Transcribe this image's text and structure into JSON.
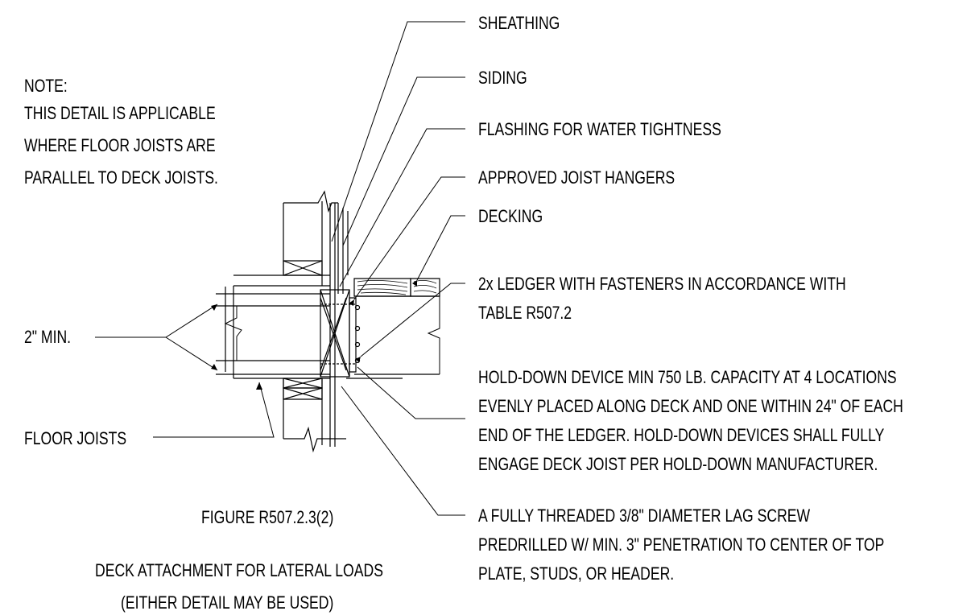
{
  "note": {
    "heading": "NOTE:",
    "lines": [
      "THIS DETAIL IS APPLICABLE",
      "WHERE FLOOR JOISTS ARE",
      "PARALLEL TO DECK JOISTS."
    ]
  },
  "callouts": {
    "sheathing": "SHEATHING",
    "siding": "SIDING",
    "flashing": "FLASHING FOR WATER TIGHTNESS",
    "joist_hangers": "APPROVED JOIST HANGERS",
    "decking": "DECKING",
    "ledger": [
      "2x LEDGER WITH FASTENERS IN ACCORDANCE WITH",
      "TABLE R507.2"
    ],
    "hold_down": [
      "HOLD-DOWN DEVICE MIN 750 LB. CAPACITY AT 4 LOCATIONS",
      "EVENLY PLACED  ALONG DECK AND ONE WITHIN 24\" OF EACH",
      "END OF THE LEDGER. HOLD-DOWN DEVICES SHALL FULLY",
      "ENGAGE DECK JOIST PER HOLD-DOWN MANUFACTURER."
    ],
    "lag_screw": [
      "A FULLY THREADED 3/8\" DIAMETER LAG SCREW",
      "PREDRILLED W/ MIN. 3\" PENETRATION TO CENTER OF TOP",
      "PLATE, STUDS, OR HEADER."
    ],
    "min_dimension": "2\" MIN.",
    "floor_joists": "FLOOR JOISTS"
  },
  "figure": {
    "number": "FIGURE R507.2.3(2)",
    "title": "DECK ATTACHMENT FOR LATERAL LOADS",
    "subtitle": "(EITHER DETAIL MAY BE USED)"
  }
}
